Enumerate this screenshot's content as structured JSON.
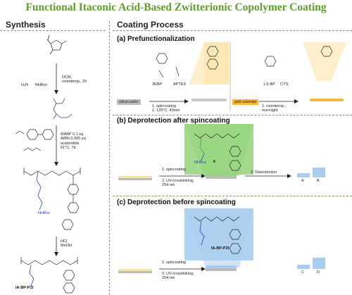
{
  "title": "Functional Itaconic Acid-Based Zwitterionic Copolymer Coating",
  "headers": {
    "synthesis": "Synthesis",
    "coating": "Coating Process"
  },
  "synthesis": {
    "reagent1": "NHBoc",
    "reagent1_prefix": "H₂N",
    "step1": [
      "DCM,",
      "roomtemp., 2h"
    ],
    "step2": [
      "MABP 0.1 eq",
      "AIBN 0.005 eq",
      "acetonitrile",
      "61°C, 7d"
    ],
    "step3": [
      "HCl,",
      "MeOH"
    ],
    "nhboc_label": "NHBoc",
    "final_label": "IA-BP-PZI"
  },
  "prefunc": {
    "heading": "(a) Prefunctionalization",
    "left_labels": [
      "3EBP",
      "APTES"
    ],
    "left_substrate": "silicon wafer",
    "left_steps": [
      "1. spincoating",
      "2. 120°C, 40min"
    ],
    "right_labels": [
      "LS-BP",
      "CYS"
    ],
    "right_substrate": "gold substrate",
    "right_steps": [
      "1. roomtemp.,",
      "overnight"
    ]
  },
  "deprot_after": {
    "heading": "(b) Deprotection after spincoating",
    "compound_number": "6",
    "nhboc": "NHBoc",
    "steps": [
      "1. spincoating",
      "2. UV-crosslinking,",
      "254 nm"
    ],
    "step3": "3. Deprotection",
    "boxes": [
      "A",
      "B"
    ]
  },
  "deprot_before": {
    "heading": "(c) Deprotection before spincoating",
    "compound_label": "IA-BP-PZI",
    "steps": [
      "1. spincoating",
      "2. UV-crosslinking,",
      "254 nm"
    ],
    "boxes": [
      "C",
      "D"
    ]
  },
  "colors": {
    "title": "#5d9e2e",
    "green_box": "#93d37a",
    "blue_box": "#a9cdee",
    "yellow_box": "#fde7b5",
    "blue_text": "#2a3fbf"
  }
}
